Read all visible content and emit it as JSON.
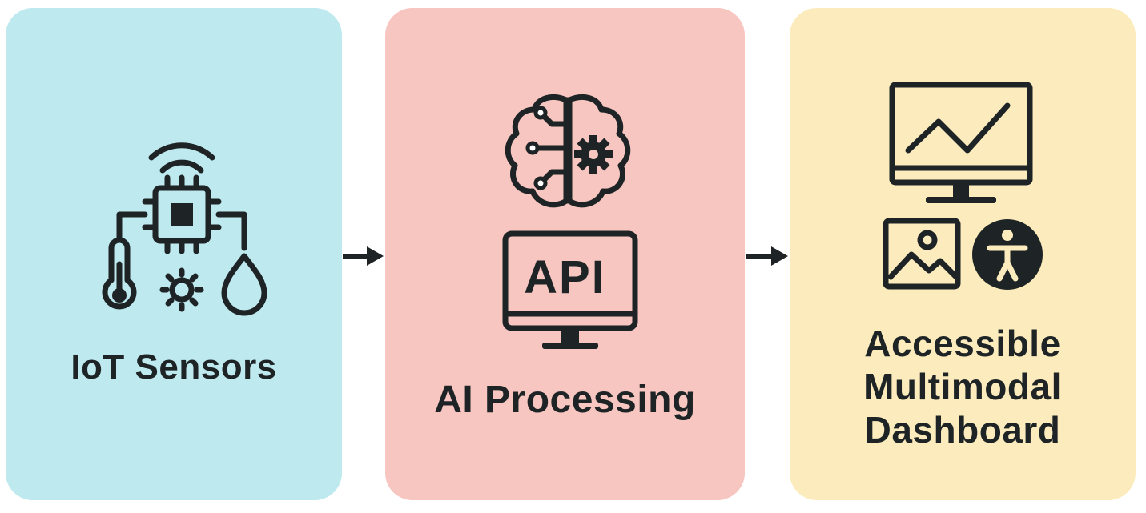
{
  "steps": [
    {
      "label": "IoT Sensors",
      "icons": [
        "wifi-icon",
        "chip-icon",
        "thermometer-icon",
        "sun-icon",
        "water-drop-icon"
      ]
    },
    {
      "label": "AI Processing",
      "api_label": "API",
      "icons": [
        "brain-circuit-icon",
        "gear-icon",
        "monitor-icon"
      ]
    },
    {
      "label_lines": [
        "Accessible",
        "Multimodal",
        "Dashboard"
      ],
      "icons": [
        "line-chart-monitor-icon",
        "image-icon",
        "accessibility-icon"
      ]
    }
  ],
  "connectors": [
    "arrow-right-icon",
    "arrow-right-icon"
  ],
  "colors": {
    "panel_sensors": "#bde9ef",
    "panel_processing": "#f8c6c0",
    "panel_dashboard": "#fcecbd",
    "ink": "#1e2426"
  }
}
